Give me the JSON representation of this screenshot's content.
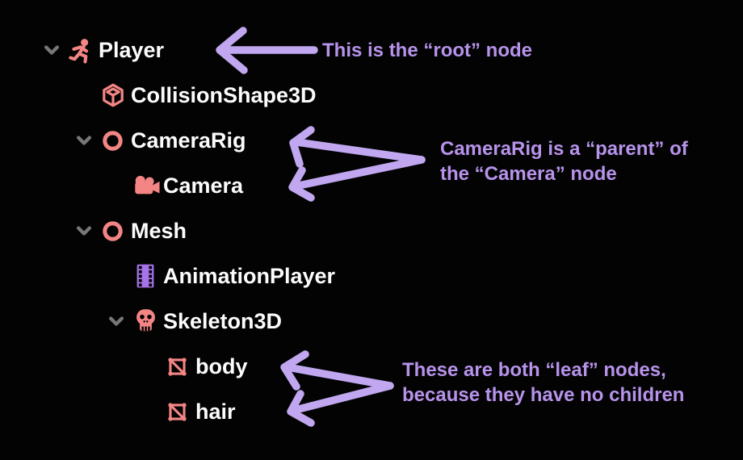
{
  "colors": {
    "bg": "#030303",
    "node_text": "#fcfcfc",
    "coral": "#f48585",
    "purple_icon": "#a673e9",
    "lavender_arrow": "#c0a7ef",
    "lavender_text": "#b793eb",
    "chevron_gray": "#77777a"
  },
  "tree": {
    "rows": [
      {
        "label": "Player",
        "icon": "running-player-icon",
        "level": 0,
        "expanded": true
      },
      {
        "label": "CollisionShape3D",
        "icon": "collision-box-icon",
        "level": 1,
        "expanded": false
      },
      {
        "label": "CameraRig",
        "icon": "node-circle-icon",
        "level": 1,
        "expanded": true
      },
      {
        "label": "Camera",
        "icon": "camera-icon",
        "level": 2,
        "expanded": false
      },
      {
        "label": "Mesh",
        "icon": "node-circle-icon",
        "level": 1,
        "expanded": true
      },
      {
        "label": "AnimationPlayer",
        "icon": "film-strip-icon",
        "level": 2,
        "expanded": false
      },
      {
        "label": "Skeleton3D",
        "icon": "skull-icon",
        "level": 2,
        "expanded": true
      },
      {
        "label": "body",
        "icon": "mesh-icon",
        "level": 3,
        "expanded": false
      },
      {
        "label": "hair",
        "icon": "mesh-icon",
        "level": 3,
        "expanded": false
      }
    ]
  },
  "annotations": [
    {
      "id": "root-note",
      "lines": [
        "This is the “root” node"
      ]
    },
    {
      "id": "parent-note",
      "lines": [
        "CameraRig is a “parent” of",
        "the “Camera” node"
      ]
    },
    {
      "id": "leaf-note",
      "lines": [
        "These are both “leaf” nodes,",
        "because they have no children"
      ]
    }
  ]
}
